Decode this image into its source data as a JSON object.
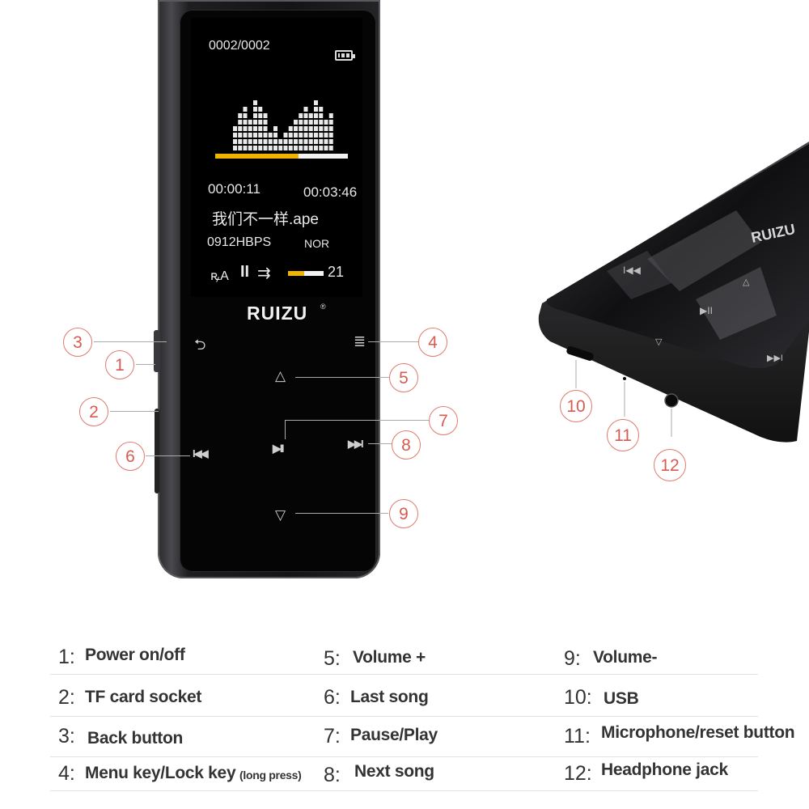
{
  "screen": {
    "track_counter": "0002/0002",
    "progress": 0.63,
    "time_elapsed": "00:00:11",
    "time_total": "00:03:46",
    "song_title": "我们不一样.ape",
    "bitrate": "0912HBPS",
    "eq_mode": "NOR",
    "repeat_mode": "ꝶA",
    "pause_glyph": "II",
    "shuffle_glyph": "⇉",
    "volume_level": 0.45,
    "volume_number": "21",
    "eq_bars": [
      4,
      6,
      7,
      5,
      8,
      7,
      6,
      3,
      4,
      2,
      3,
      4,
      5,
      6,
      7,
      6,
      8,
      7,
      5,
      6
    ]
  },
  "brand": {
    "logo": "RUIZU",
    "reg_mark": "®"
  },
  "keys": {
    "back": "⮌",
    "menu": "≣",
    "vol_up": "△",
    "prev": "I◀◀",
    "play_pause": "▶II",
    "next": "▶▶I",
    "vol_down": "▽"
  },
  "callouts": [
    "1",
    "2",
    "3",
    "4",
    "5",
    "6",
    "7",
    "8",
    "9",
    "10",
    "11",
    "12"
  ],
  "legend": [
    {
      "num": "1:",
      "text": "Power on/off",
      "small": ""
    },
    {
      "num": "2:",
      "text": "TF card socket",
      "small": ""
    },
    {
      "num": "3:",
      "text": "Back button",
      "small": ""
    },
    {
      "num": "4:",
      "text": "Menu key/Lock key",
      "small": "(long press)"
    },
    {
      "num": "5:",
      "text": "Volume +",
      "small": ""
    },
    {
      "num": "6:",
      "text": "Last song",
      "small": ""
    },
    {
      "num": "7:",
      "text": "Pause/Play",
      "small": ""
    },
    {
      "num": "8:",
      "text": "Next song",
      "small": ""
    },
    {
      "num": "9:",
      "text": "Volume-",
      "small": ""
    },
    {
      "num": "10:",
      "text": "USB",
      "small": ""
    },
    {
      "num": "11:",
      "text": "Microphone/reset button",
      "small": ""
    },
    {
      "num": "12:",
      "text": "Headphone jack",
      "small": ""
    }
  ],
  "colors": {
    "accent": "#f0b400",
    "callout": "#e07a70"
  }
}
